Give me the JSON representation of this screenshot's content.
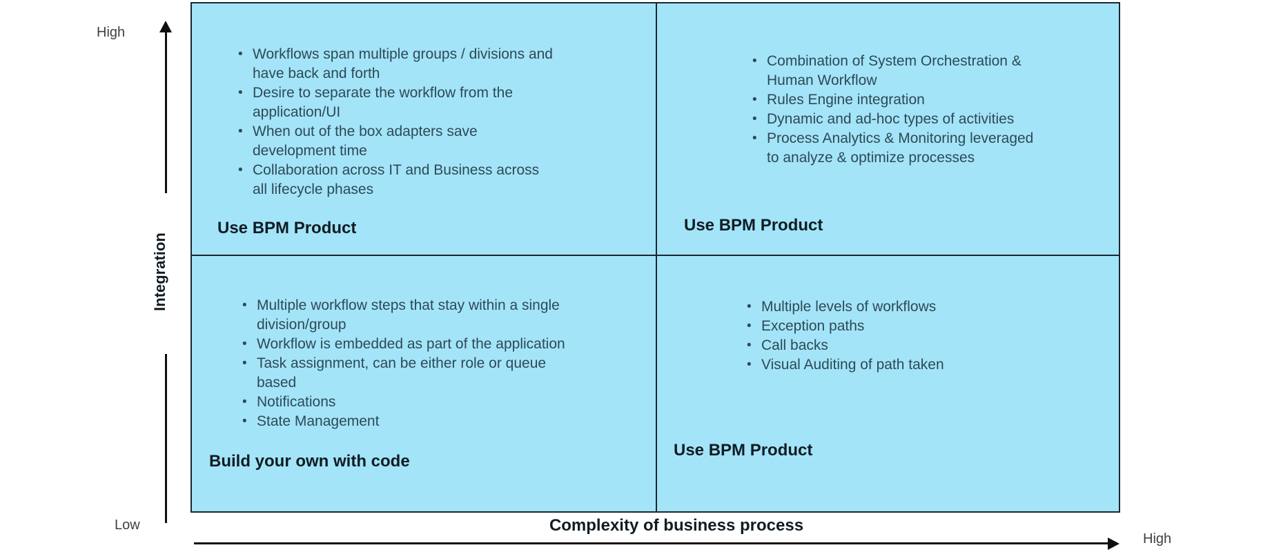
{
  "colors": {
    "quadrant_fill": "#a3e4f8",
    "line_color": "#1a262e",
    "bullet_text": "#2e4956",
    "label_text": "#101c23",
    "arrow_color": "#0f0f0f",
    "axis_text": "#3f3f3f",
    "bg": "#ffffff"
  },
  "y_axis": {
    "title": "Integration",
    "high_label": "High",
    "low_label": "Low"
  },
  "x_axis": {
    "title": "Complexity of business process",
    "high_label": "High"
  },
  "quadrants": {
    "top_left": {
      "bullets": [
        "Workflows span multiple groups / divisions and\nhave back and forth",
        "Desire to separate the workflow from the\napplication/UI",
        "When out of the box adapters save\ndevelopment time",
        "Collaboration across IT and Business across\nall lifecycle phases"
      ],
      "label": "Use BPM Product"
    },
    "top_right": {
      "bullets": [
        "Combination of System Orchestration &\nHuman Workflow",
        "Rules Engine integration",
        "Dynamic and ad-hoc types of activities",
        "Process Analytics & Monitoring leveraged\nto analyze & optimize processes"
      ],
      "label": "Use BPM Product"
    },
    "bottom_left": {
      "bullets": [
        "Multiple workflow steps that stay within a single\ndivision/group",
        "Workflow is embedded as part of the application",
        "Task assignment, can be either role or queue\nbased",
        "Notifications",
        "State Management"
      ],
      "label": "Build your own with code"
    },
    "bottom_right": {
      "bullets": [
        "Multiple levels of workflows",
        "Exception paths",
        "Call backs",
        "Visual Auditing of path taken"
      ],
      "label": "Use BPM Product"
    }
  }
}
